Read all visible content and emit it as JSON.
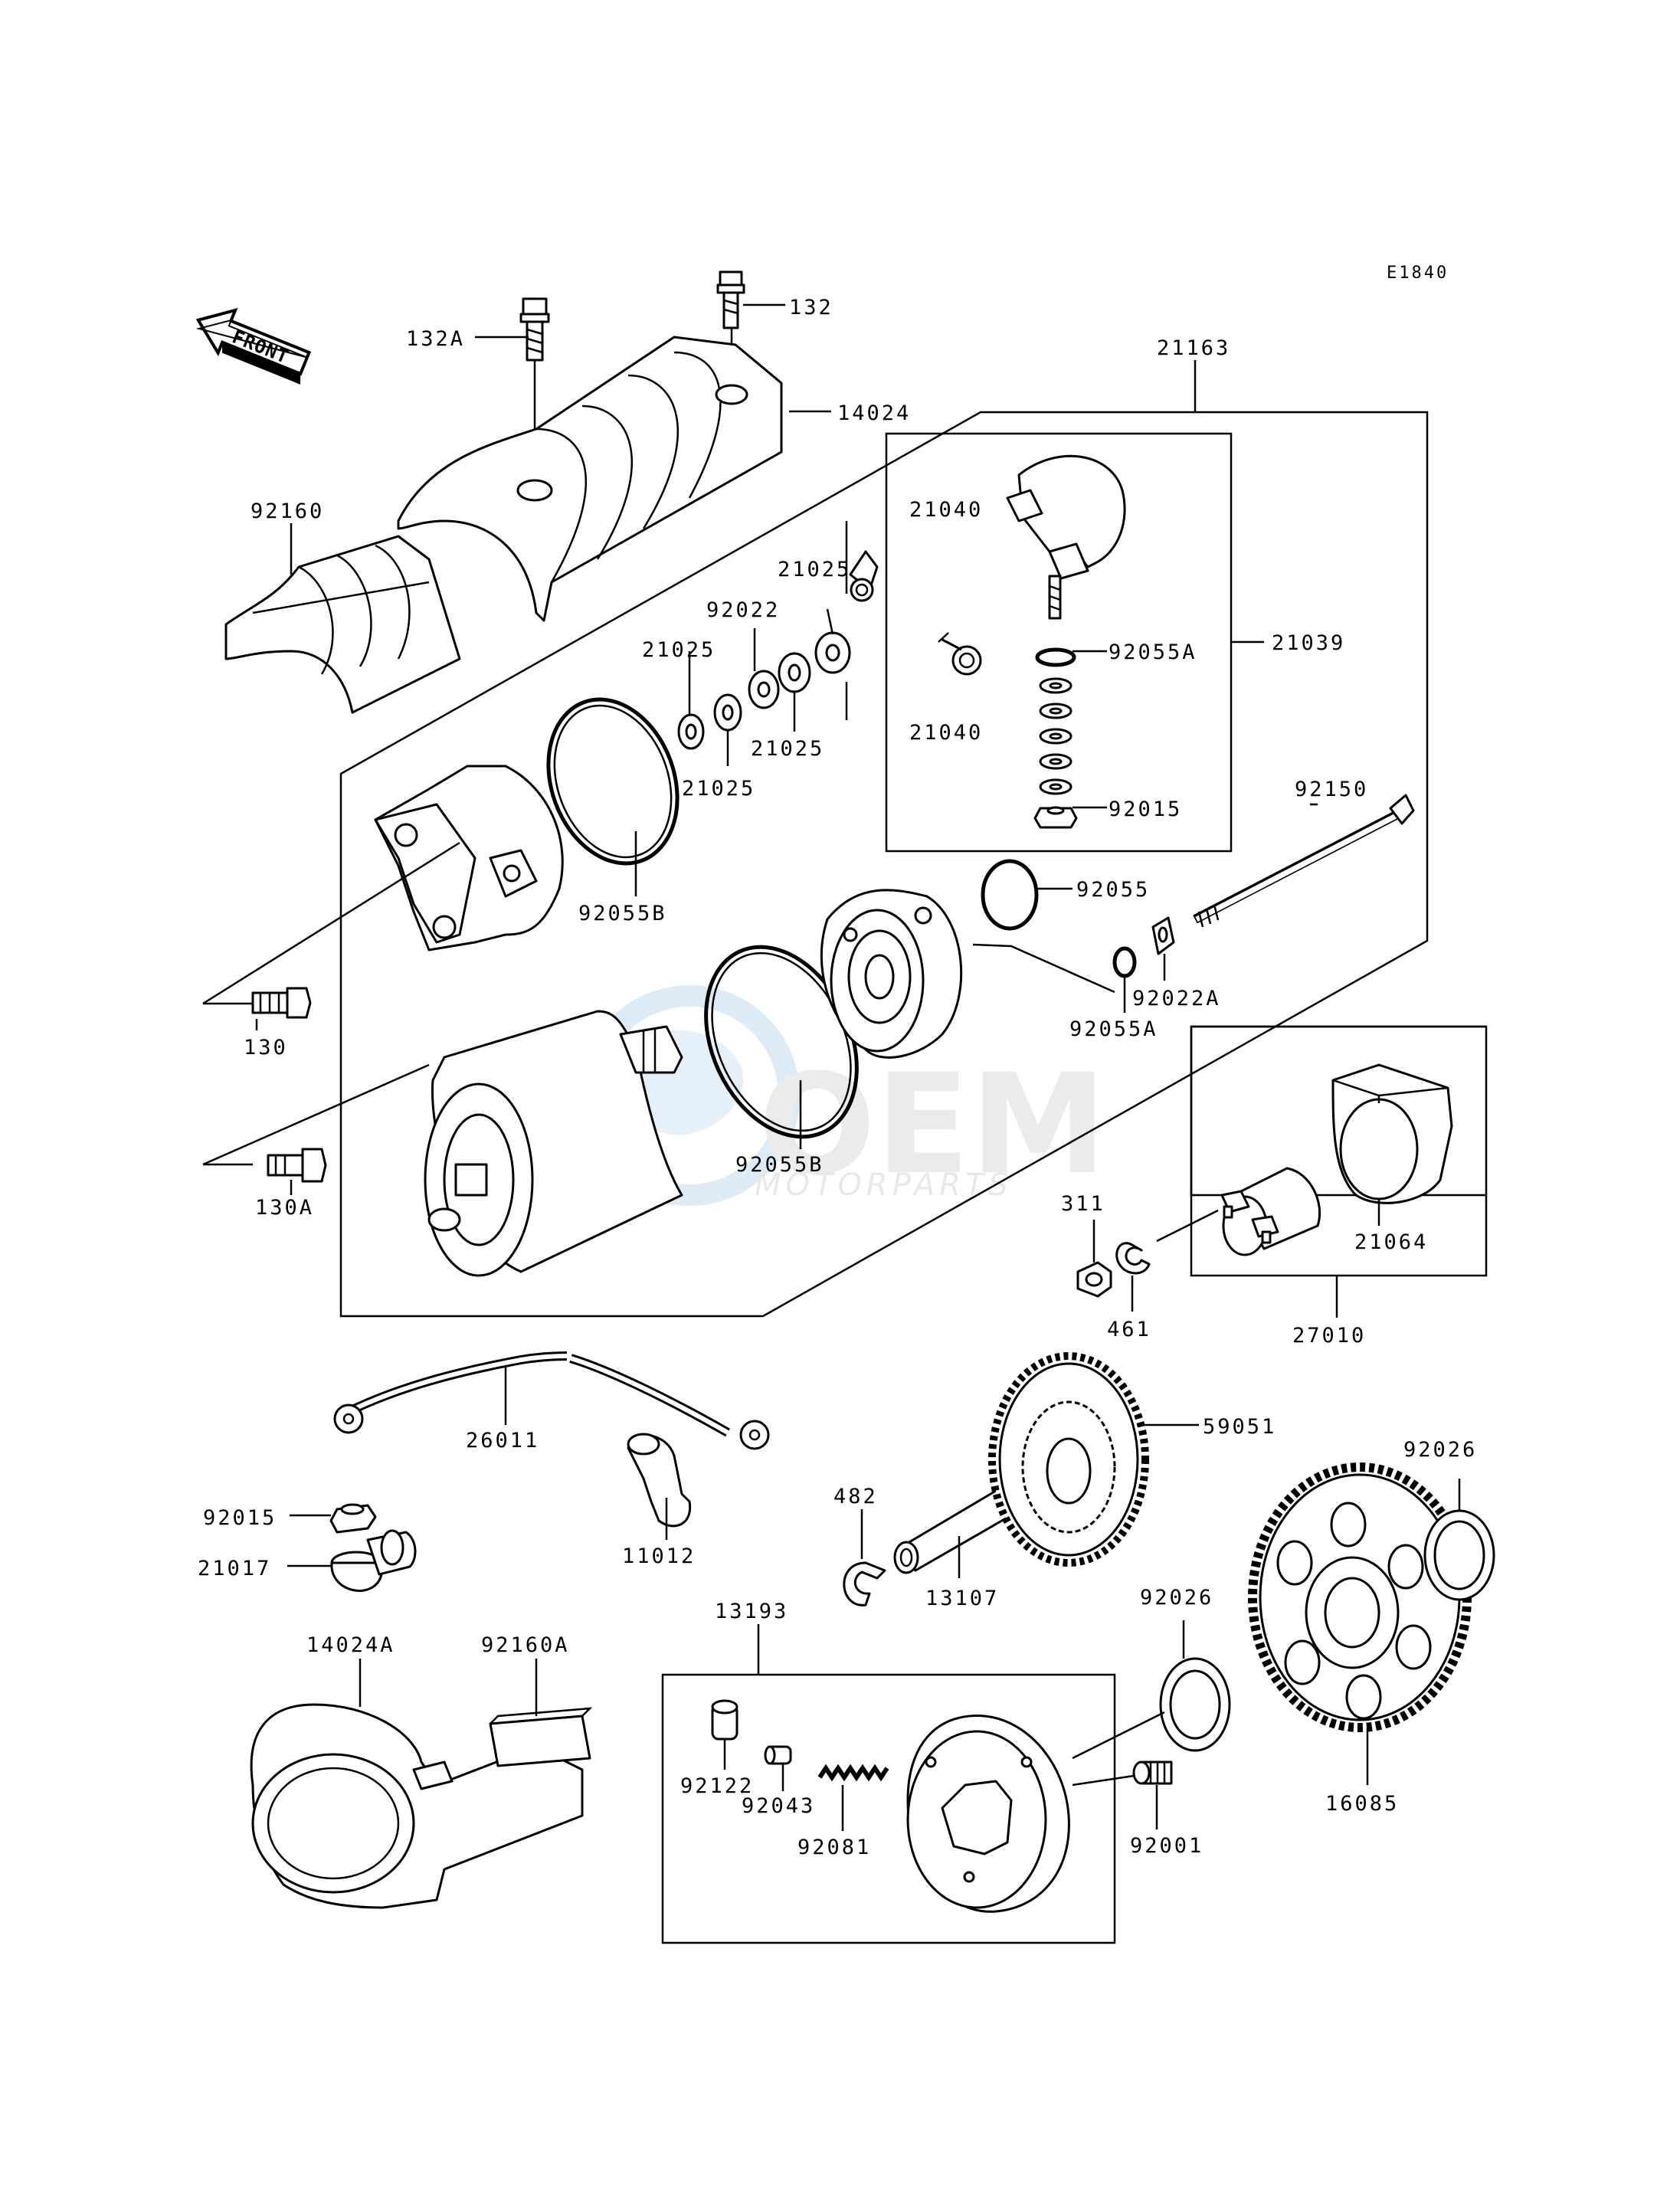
{
  "diagram": {
    "code": "E1840",
    "front_label": "FRONT",
    "watermark": {
      "brand": "OEM",
      "sub": "MOTORPARTS"
    },
    "labels": {
      "p132A": "132A",
      "p132": "132",
      "p14024": "14024",
      "p21163": "21163",
      "p92160": "92160",
      "p21040a": "21040",
      "p21040b": "21040",
      "p92055A_top": "92055A",
      "p21039": "21039",
      "p92015_top": "92015",
      "p21025a": "21025",
      "p21025b": "21025",
      "p21025c": "21025",
      "p21025d": "21025",
      "p92022": "92022",
      "p92055B_a": "92055B",
      "p92150": "92150",
      "p92055": "92055",
      "p92022A": "92022A",
      "p92055A_b": "92055A",
      "p130": "130",
      "p130A": "130A",
      "p92055B_b": "92055B",
      "p311": "311",
      "p461": "461",
      "p21064": "21064",
      "p27010": "27010",
      "p26011": "26011",
      "p59051": "59051",
      "p92026a": "92026",
      "p92015_bot": "92015",
      "p11012": "11012",
      "p482": "482",
      "p21017": "21017",
      "p13107": "13107",
      "p13193": "13193",
      "p92026b": "92026",
      "p14024A": "14024A",
      "p92160A": "92160A",
      "p92122": "92122",
      "p92043": "92043",
      "p92081": "92081",
      "p92001": "92001",
      "p16085": "16085"
    }
  }
}
